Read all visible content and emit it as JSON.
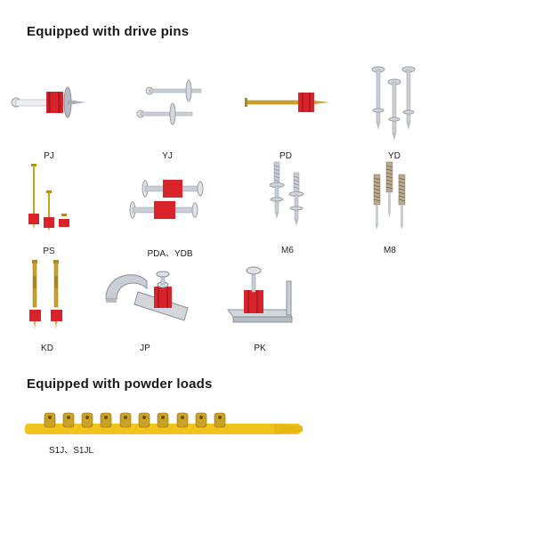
{
  "drive_pins": {
    "heading": "Equipped with drive pins",
    "items": [
      {
        "label": "PJ",
        "icon": "pj-pin-icon"
      },
      {
        "label": "YJ",
        "icon": "yj-pin-icon"
      },
      {
        "label": "PD",
        "icon": "pd-pin-icon"
      },
      {
        "label": "YD",
        "icon": "yd-pin-icon"
      },
      {
        "label": "PS",
        "icon": "ps-pin-icon"
      },
      {
        "label": "PDA、YDB",
        "icon": "pda-ydb-pin-icon"
      },
      {
        "label": "M6",
        "icon": "m6-threaded-stud-icon"
      },
      {
        "label": "M8",
        "icon": "m8-threaded-stud-icon"
      },
      {
        "label": "KD",
        "icon": "kd-pin-icon"
      },
      {
        "label": "JP",
        "icon": "jp-clip-pin-icon"
      },
      {
        "label": "PK",
        "icon": "pk-angle-pin-icon"
      }
    ]
  },
  "powder_loads": {
    "heading": "Equipped with powder loads",
    "items": [
      {
        "label": "S1J、S1JL",
        "icon": "powder-load-strip-icon"
      }
    ]
  },
  "colors": {
    "red_washer": "#d8232a",
    "steel": "#c9ced6",
    "brass": "#c9a227",
    "yellow_strip": "#f2c31b"
  }
}
